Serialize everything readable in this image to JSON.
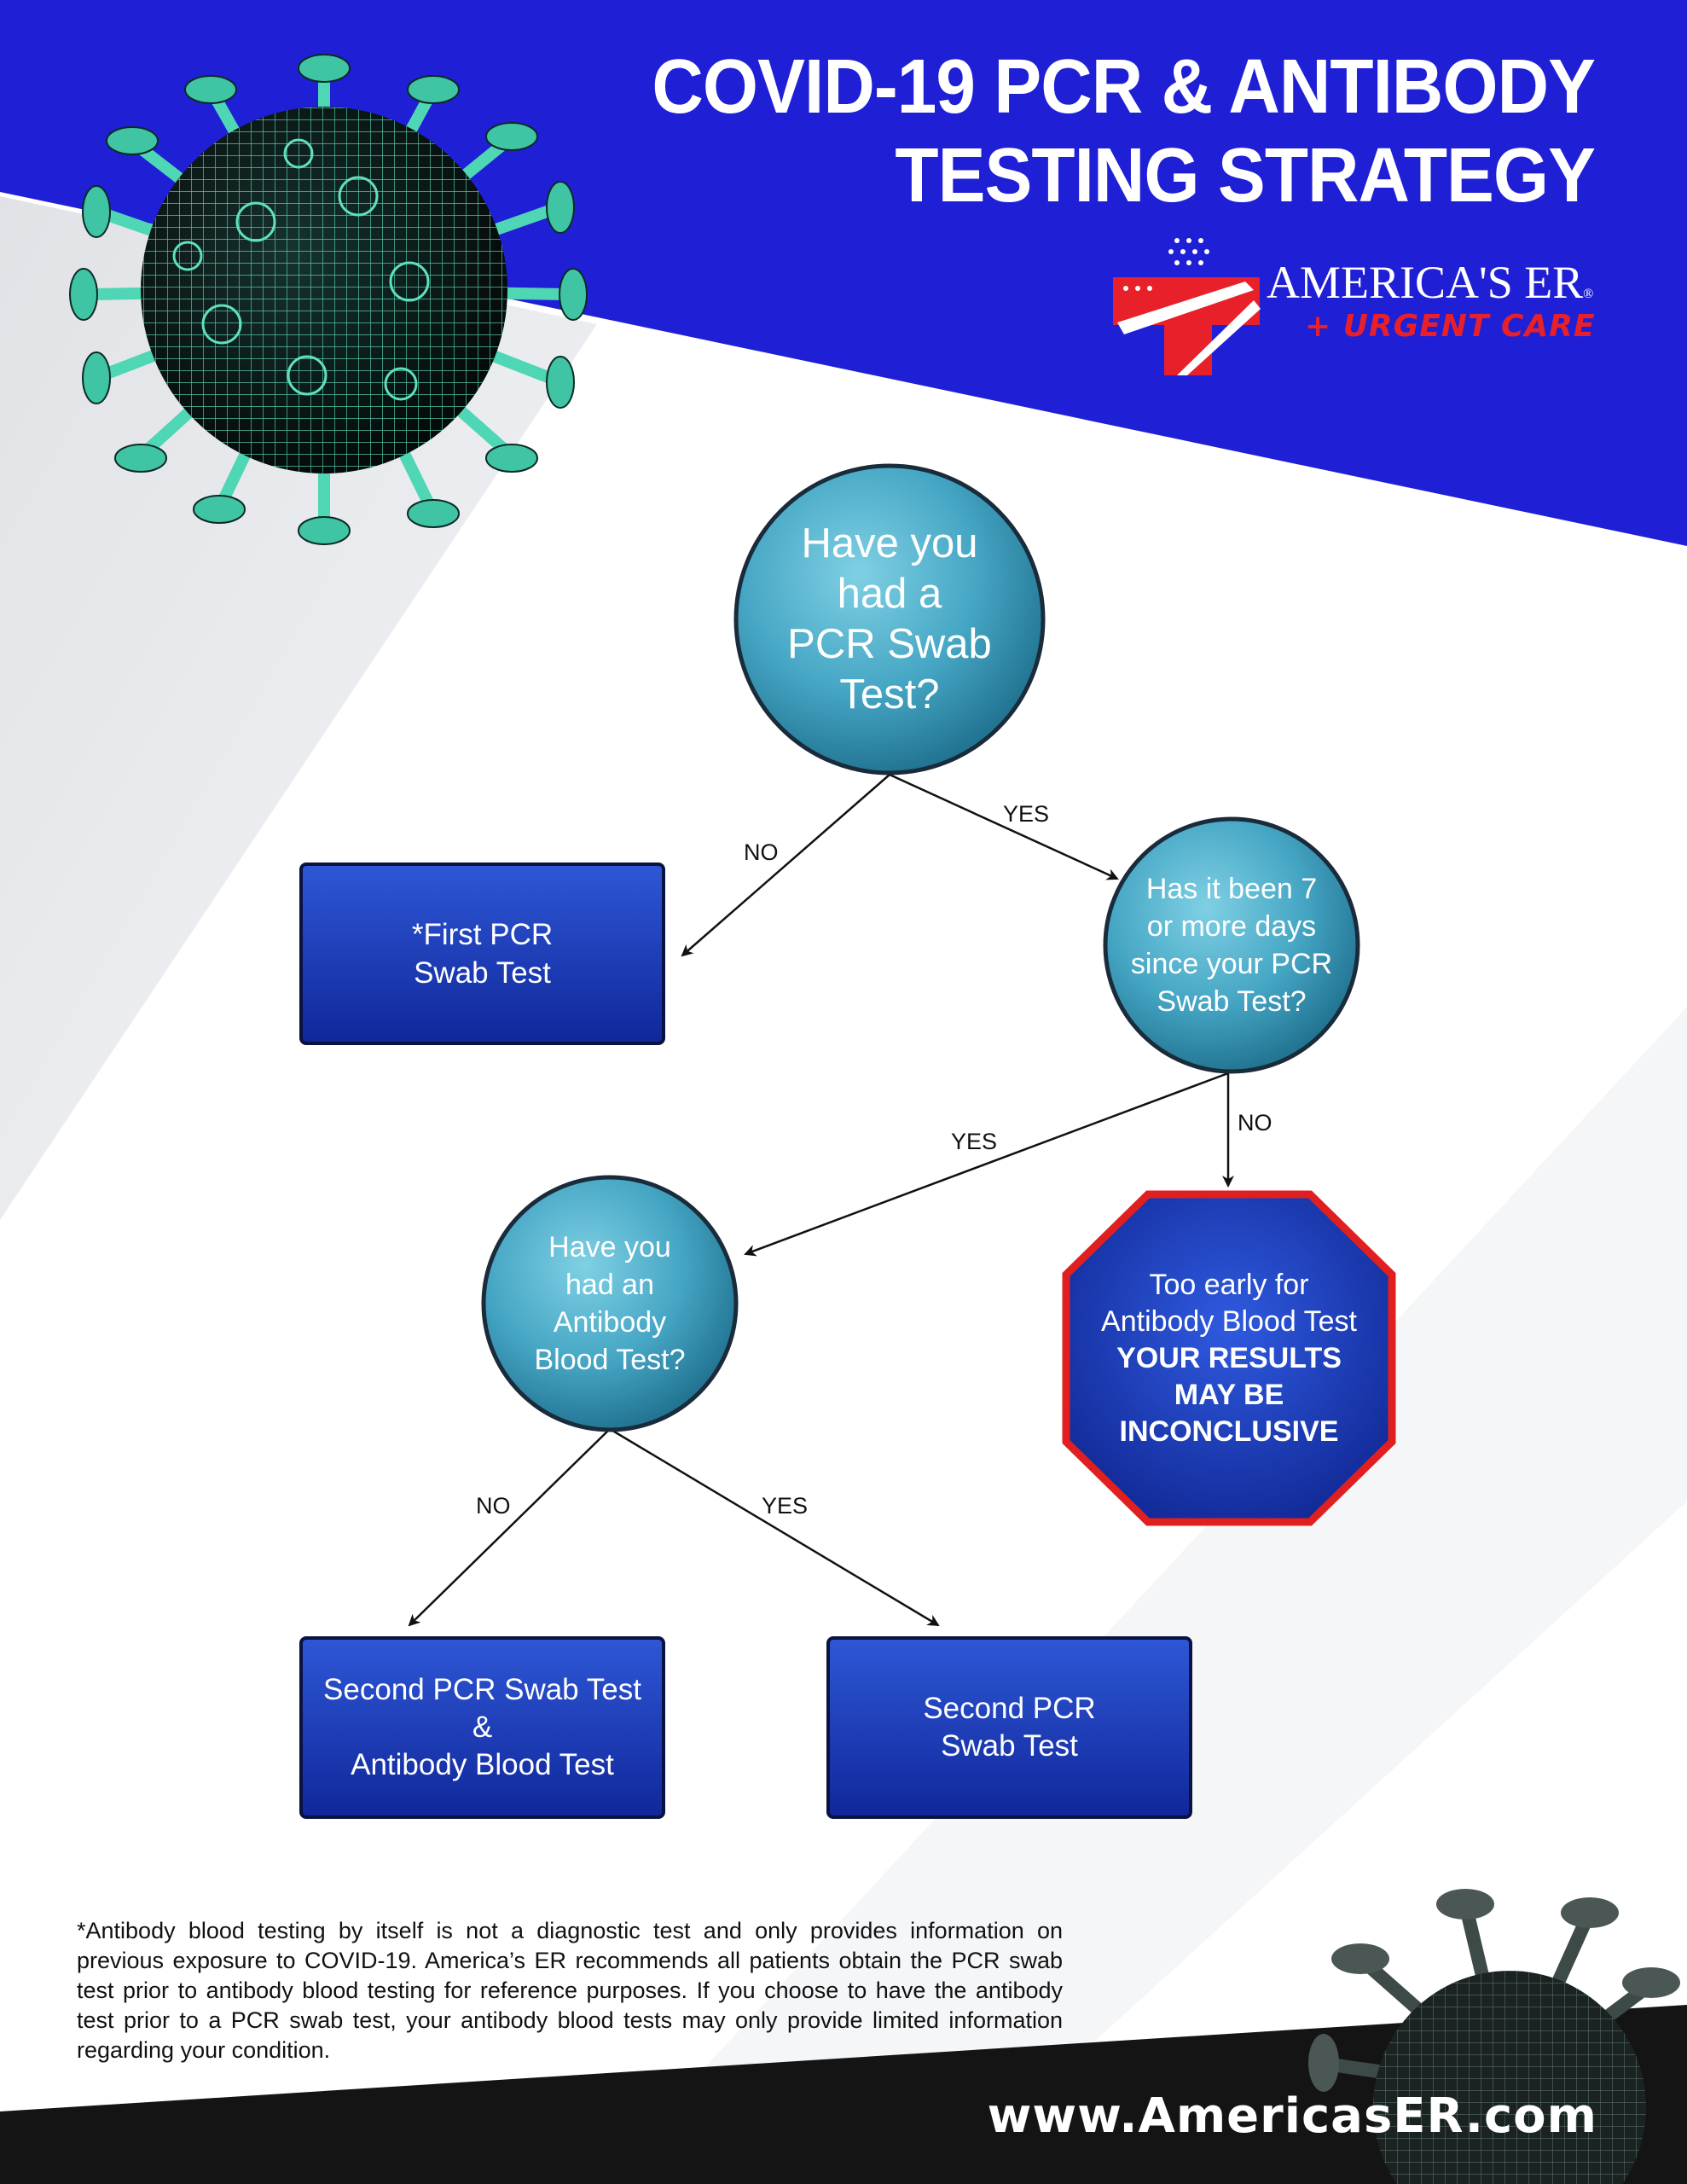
{
  "header": {
    "title_line1": "COVID-19 PCR & ANTIBODY",
    "title_line2": "TESTING STRATEGY"
  },
  "logo": {
    "name": "AMERICA'S ER",
    "reg_mark": "®",
    "tagline": "+ URGENT CARE"
  },
  "colors": {
    "header_blue": "#1f1fd6",
    "circle_node": "#4fb0cc",
    "box_node": "#1a3bb8",
    "stop_border": "#e02020",
    "virus_green": "#4fd6b4"
  },
  "flowchart": {
    "q_pcr": "Have you\nhad a\nPCR Swab\nTest?",
    "first_pcr": "*First PCR\nSwab Test",
    "q_seven_days": "Has it been 7\nor more days\nsince your PCR\nSwab Test?",
    "q_antibody": "Have you\nhad an\nAntibody\nBlood Test?",
    "stop_line1": "Too early for",
    "stop_line2": "Antibody Blood Test",
    "stop_line3": "YOUR RESULTS",
    "stop_line4": "MAY BE",
    "stop_line5": "INCONCLUSIVE",
    "second_pcr_antibody": "Second PCR Swab Test\n&\nAntibody Blood Test",
    "second_pcr": "Second PCR\nSwab Test"
  },
  "edge_labels": {
    "pcr_no": "NO",
    "pcr_yes": "YES",
    "days_yes": "YES",
    "days_no": "NO",
    "antibody_no": "NO",
    "antibody_yes": "YES"
  },
  "footnote": "*Antibody blood testing by itself is not a diagnostic test and only provides information on previous exposure to COVID-19. America’s ER recommends all patients obtain the PCR swab test prior to antibody blood testing for reference purposes. If you choose to have the antibody test prior to a PCR swab test, your antibody blood tests may only provide limited information regarding your condition.",
  "website": "www.AmericasER.com"
}
